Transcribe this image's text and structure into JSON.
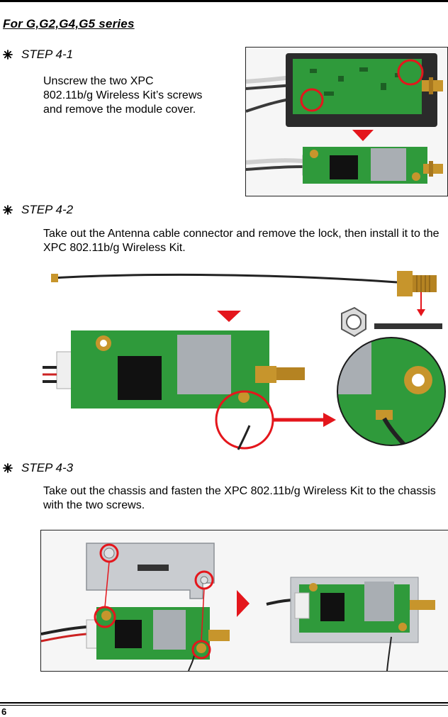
{
  "header": {
    "series_title": "For G,G2,G4,G5 series"
  },
  "steps": [
    {
      "label": "STEP 4-1",
      "text": "Unscrew the two XPC 802.11b/g Wireless Kit’s screws and remove the module cover."
    },
    {
      "label": "STEP 4-2",
      "text": "Take out the Antenna cable connector and remove the lock, then install it to the XPC 802.11b/g Wireless Kit."
    },
    {
      "label": "STEP 4-3",
      "text": "Take out the chassis and fasten the XPC 802.11b/g Wireless Kit to the chassis with the two screws."
    }
  ],
  "footer": {
    "page_number": "6"
  },
  "colors": {
    "highlight_red": "#e4161c",
    "pcb_green": "#2e9a3a",
    "shield_gray": "#a9aeb3",
    "gold": "#c7952c"
  },
  "icons": {
    "step_bullet": "asterisk-bullet-icon"
  }
}
